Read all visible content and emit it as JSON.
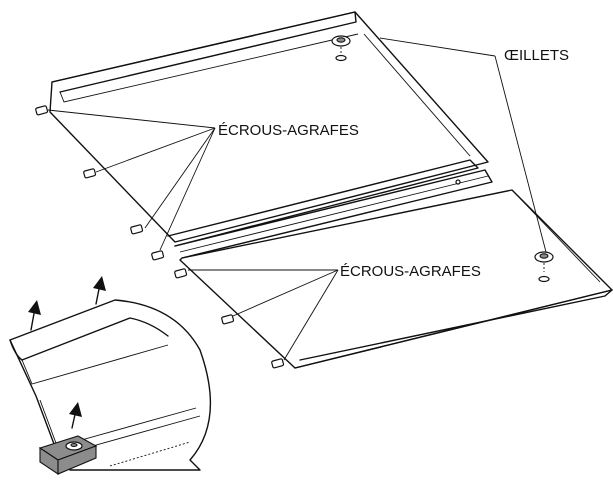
{
  "labels": {
    "grommets": "ŒILLETS",
    "clip_nuts_top": "ÉCROUS-AGRAFES",
    "clip_nuts_bottom": "ÉCROUS-AGRAFES"
  },
  "colors": {
    "ink": "#111111",
    "background": "#ffffff",
    "clip_shade": "#8c8c8c"
  },
  "icons": [
    "arrow-up-icon",
    "clip-nut-icon",
    "grommet-icon"
  ]
}
